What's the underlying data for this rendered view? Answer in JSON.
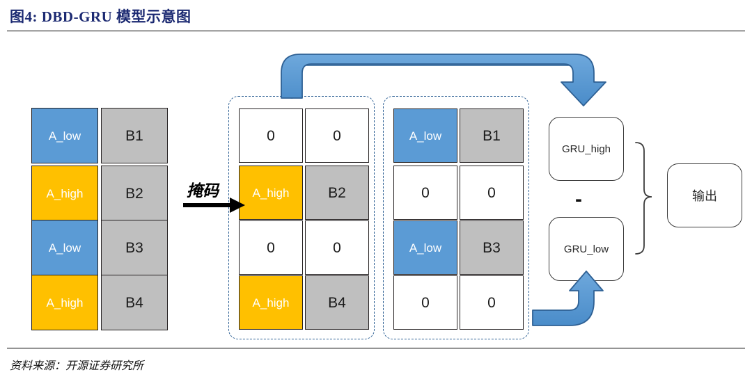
{
  "header": {
    "figure_label": "图4:",
    "title": "DBD-GRU 模型示意图",
    "full_title": "图4: DBD-GRU 模型示意图",
    "title_color": "#1c2a72"
  },
  "footer": {
    "source": "资料来源：开源证券研究所"
  },
  "diagram": {
    "mask_label": "掩码",
    "minus_symbol": "-",
    "colors": {
      "blue": "#5B9BD5",
      "gold": "#FFC000",
      "grey": "#BFBFBF",
      "white": "#FFFFFF",
      "arrow_blue": "#5B9BD5",
      "dashed_border": "#2E6094",
      "cell_border": "#231F20"
    },
    "group_input": {
      "name": "input-matrix",
      "rows": [
        {
          "left": {
            "text": "A_low",
            "fill": "blue"
          },
          "right": {
            "text": "B1",
            "fill": "grey"
          }
        },
        {
          "left": {
            "text": "A_high",
            "fill": "gold"
          },
          "right": {
            "text": "B2",
            "fill": "grey"
          }
        },
        {
          "left": {
            "text": "A_low",
            "fill": "blue"
          },
          "right": {
            "text": "B3",
            "fill": "grey"
          }
        },
        {
          "left": {
            "text": "A_high",
            "fill": "gold"
          },
          "right": {
            "text": "B4",
            "fill": "grey"
          }
        }
      ]
    },
    "group_high": {
      "name": "high-masked-matrix",
      "rows": [
        {
          "left": {
            "text": "0",
            "fill": "white"
          },
          "right": {
            "text": "0",
            "fill": "white"
          }
        },
        {
          "left": {
            "text": "A_high",
            "fill": "gold"
          },
          "right": {
            "text": "B2",
            "fill": "grey"
          }
        },
        {
          "left": {
            "text": "0",
            "fill": "white"
          },
          "right": {
            "text": "0",
            "fill": "white"
          }
        },
        {
          "left": {
            "text": "A_high",
            "fill": "gold"
          },
          "right": {
            "text": "B4",
            "fill": "grey"
          }
        }
      ]
    },
    "group_low": {
      "name": "low-masked-matrix",
      "rows": [
        {
          "left": {
            "text": "A_low",
            "fill": "blue"
          },
          "right": {
            "text": "B1",
            "fill": "grey"
          }
        },
        {
          "left": {
            "text": "0",
            "fill": "white"
          },
          "right": {
            "text": "0",
            "fill": "white"
          }
        },
        {
          "left": {
            "text": "A_low",
            "fill": "blue"
          },
          "right": {
            "text": "B3",
            "fill": "grey"
          }
        },
        {
          "left": {
            "text": "0",
            "fill": "white"
          },
          "right": {
            "text": "0",
            "fill": "white"
          }
        }
      ]
    },
    "nodes": {
      "gru_high": "GRU_high",
      "gru_low": "GRU_low",
      "output": "输出"
    }
  }
}
